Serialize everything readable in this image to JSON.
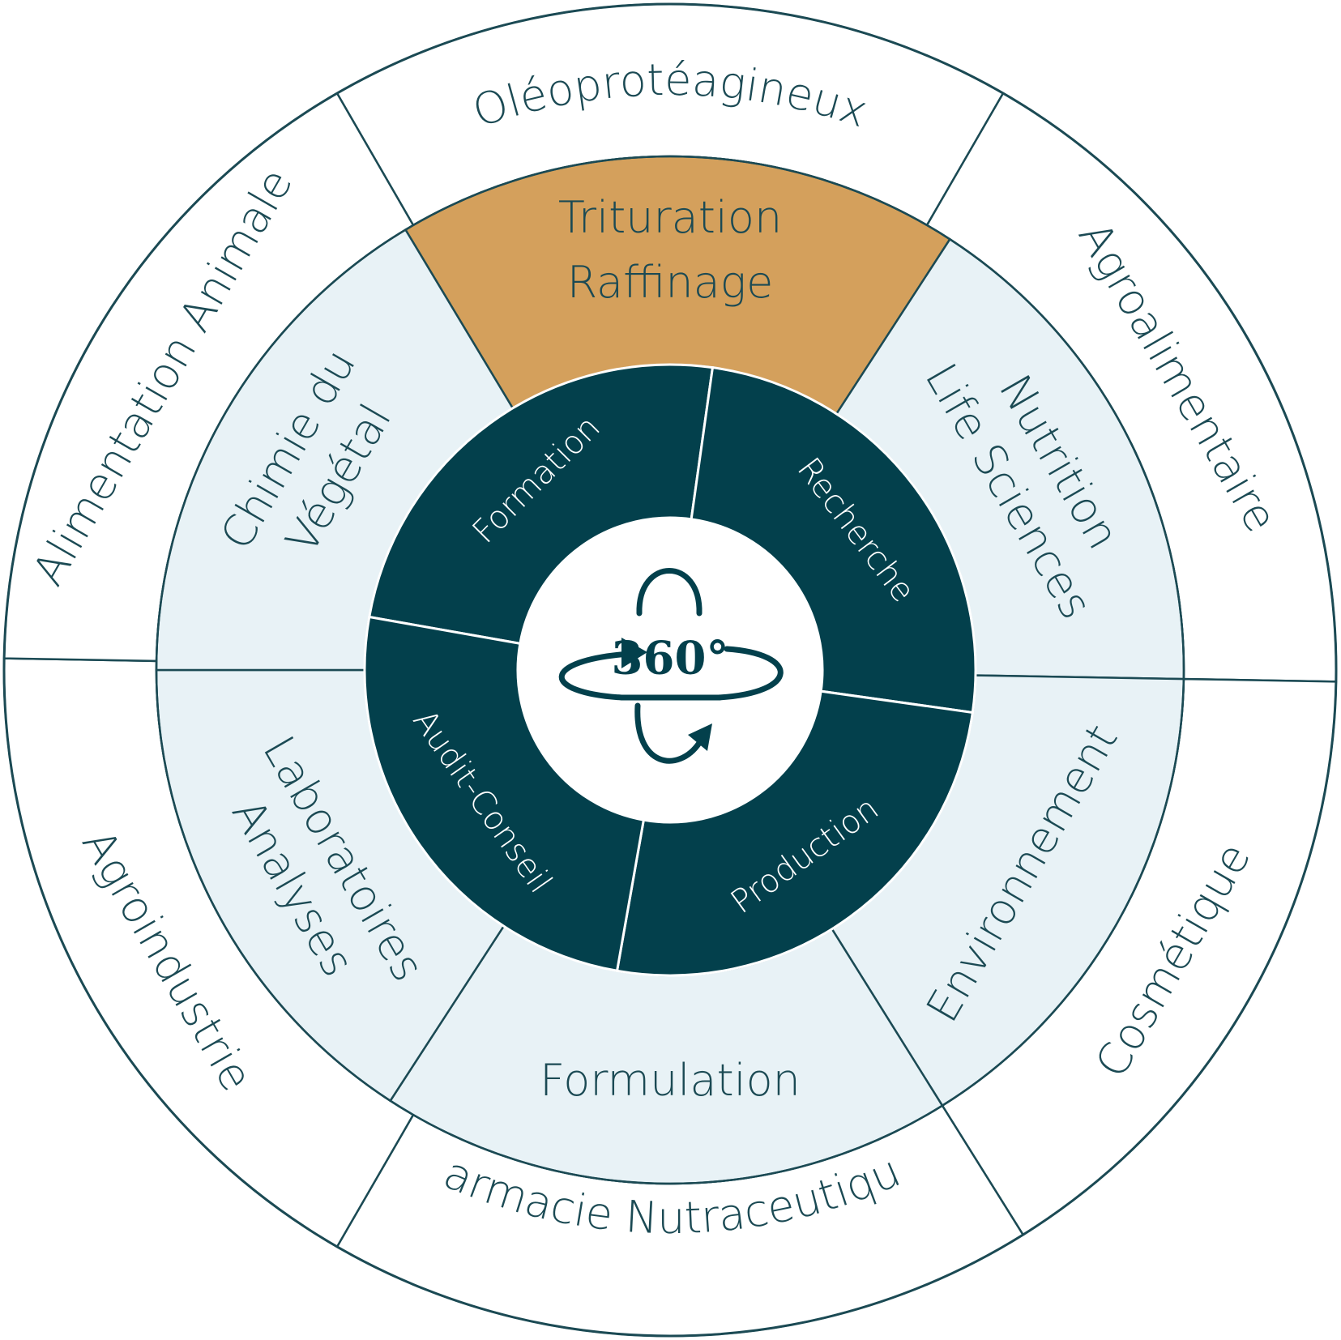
{
  "colors": {
    "stroke": "#1b4a54",
    "dark": "#03404c",
    "light": "#e8f2f6",
    "accent": "#d4a05c",
    "white": "#ffffff",
    "text": "#1b4a54"
  },
  "center": {
    "label": "360°",
    "icon": "rotation-arrows-icon"
  },
  "outer_ring": [
    {
      "id": "oleoproteagineux",
      "label": "Oléoprotéagineux"
    },
    {
      "id": "agroalimentaire",
      "label": "Agroalimentaire"
    },
    {
      "id": "cosmetique",
      "label": "Cosmétique"
    },
    {
      "id": "pharmacie",
      "label": "Pharmacie Nutraceutiques"
    },
    {
      "id": "agroindustrie",
      "label": "Agroindustrie"
    },
    {
      "id": "alimentation-animale",
      "label": "Alimentation Animale"
    }
  ],
  "middle_ring": [
    {
      "id": "trituration",
      "lines": [
        "Trituration",
        "Raffinage"
      ],
      "highlight": true
    },
    {
      "id": "nutrition",
      "lines": [
        "Nutrition",
        "Life Sciences"
      ],
      "highlight": false
    },
    {
      "id": "environnement",
      "lines": [
        "Environnement"
      ],
      "highlight": false
    },
    {
      "id": "formulation",
      "lines": [
        "Formulation"
      ],
      "highlight": false
    },
    {
      "id": "laboratoires",
      "lines": [
        "Laboratoires",
        "Analyses"
      ],
      "highlight": false
    },
    {
      "id": "chimie",
      "lines": [
        "Chimie du",
        "Végétal"
      ],
      "highlight": false
    }
  ],
  "inner_ring": [
    {
      "id": "formation",
      "label": "Formation"
    },
    {
      "id": "recherche",
      "label": "Recherche"
    },
    {
      "id": "production",
      "label": "Production"
    },
    {
      "id": "audit-conseil",
      "label": "Audit-Conseil"
    }
  ]
}
